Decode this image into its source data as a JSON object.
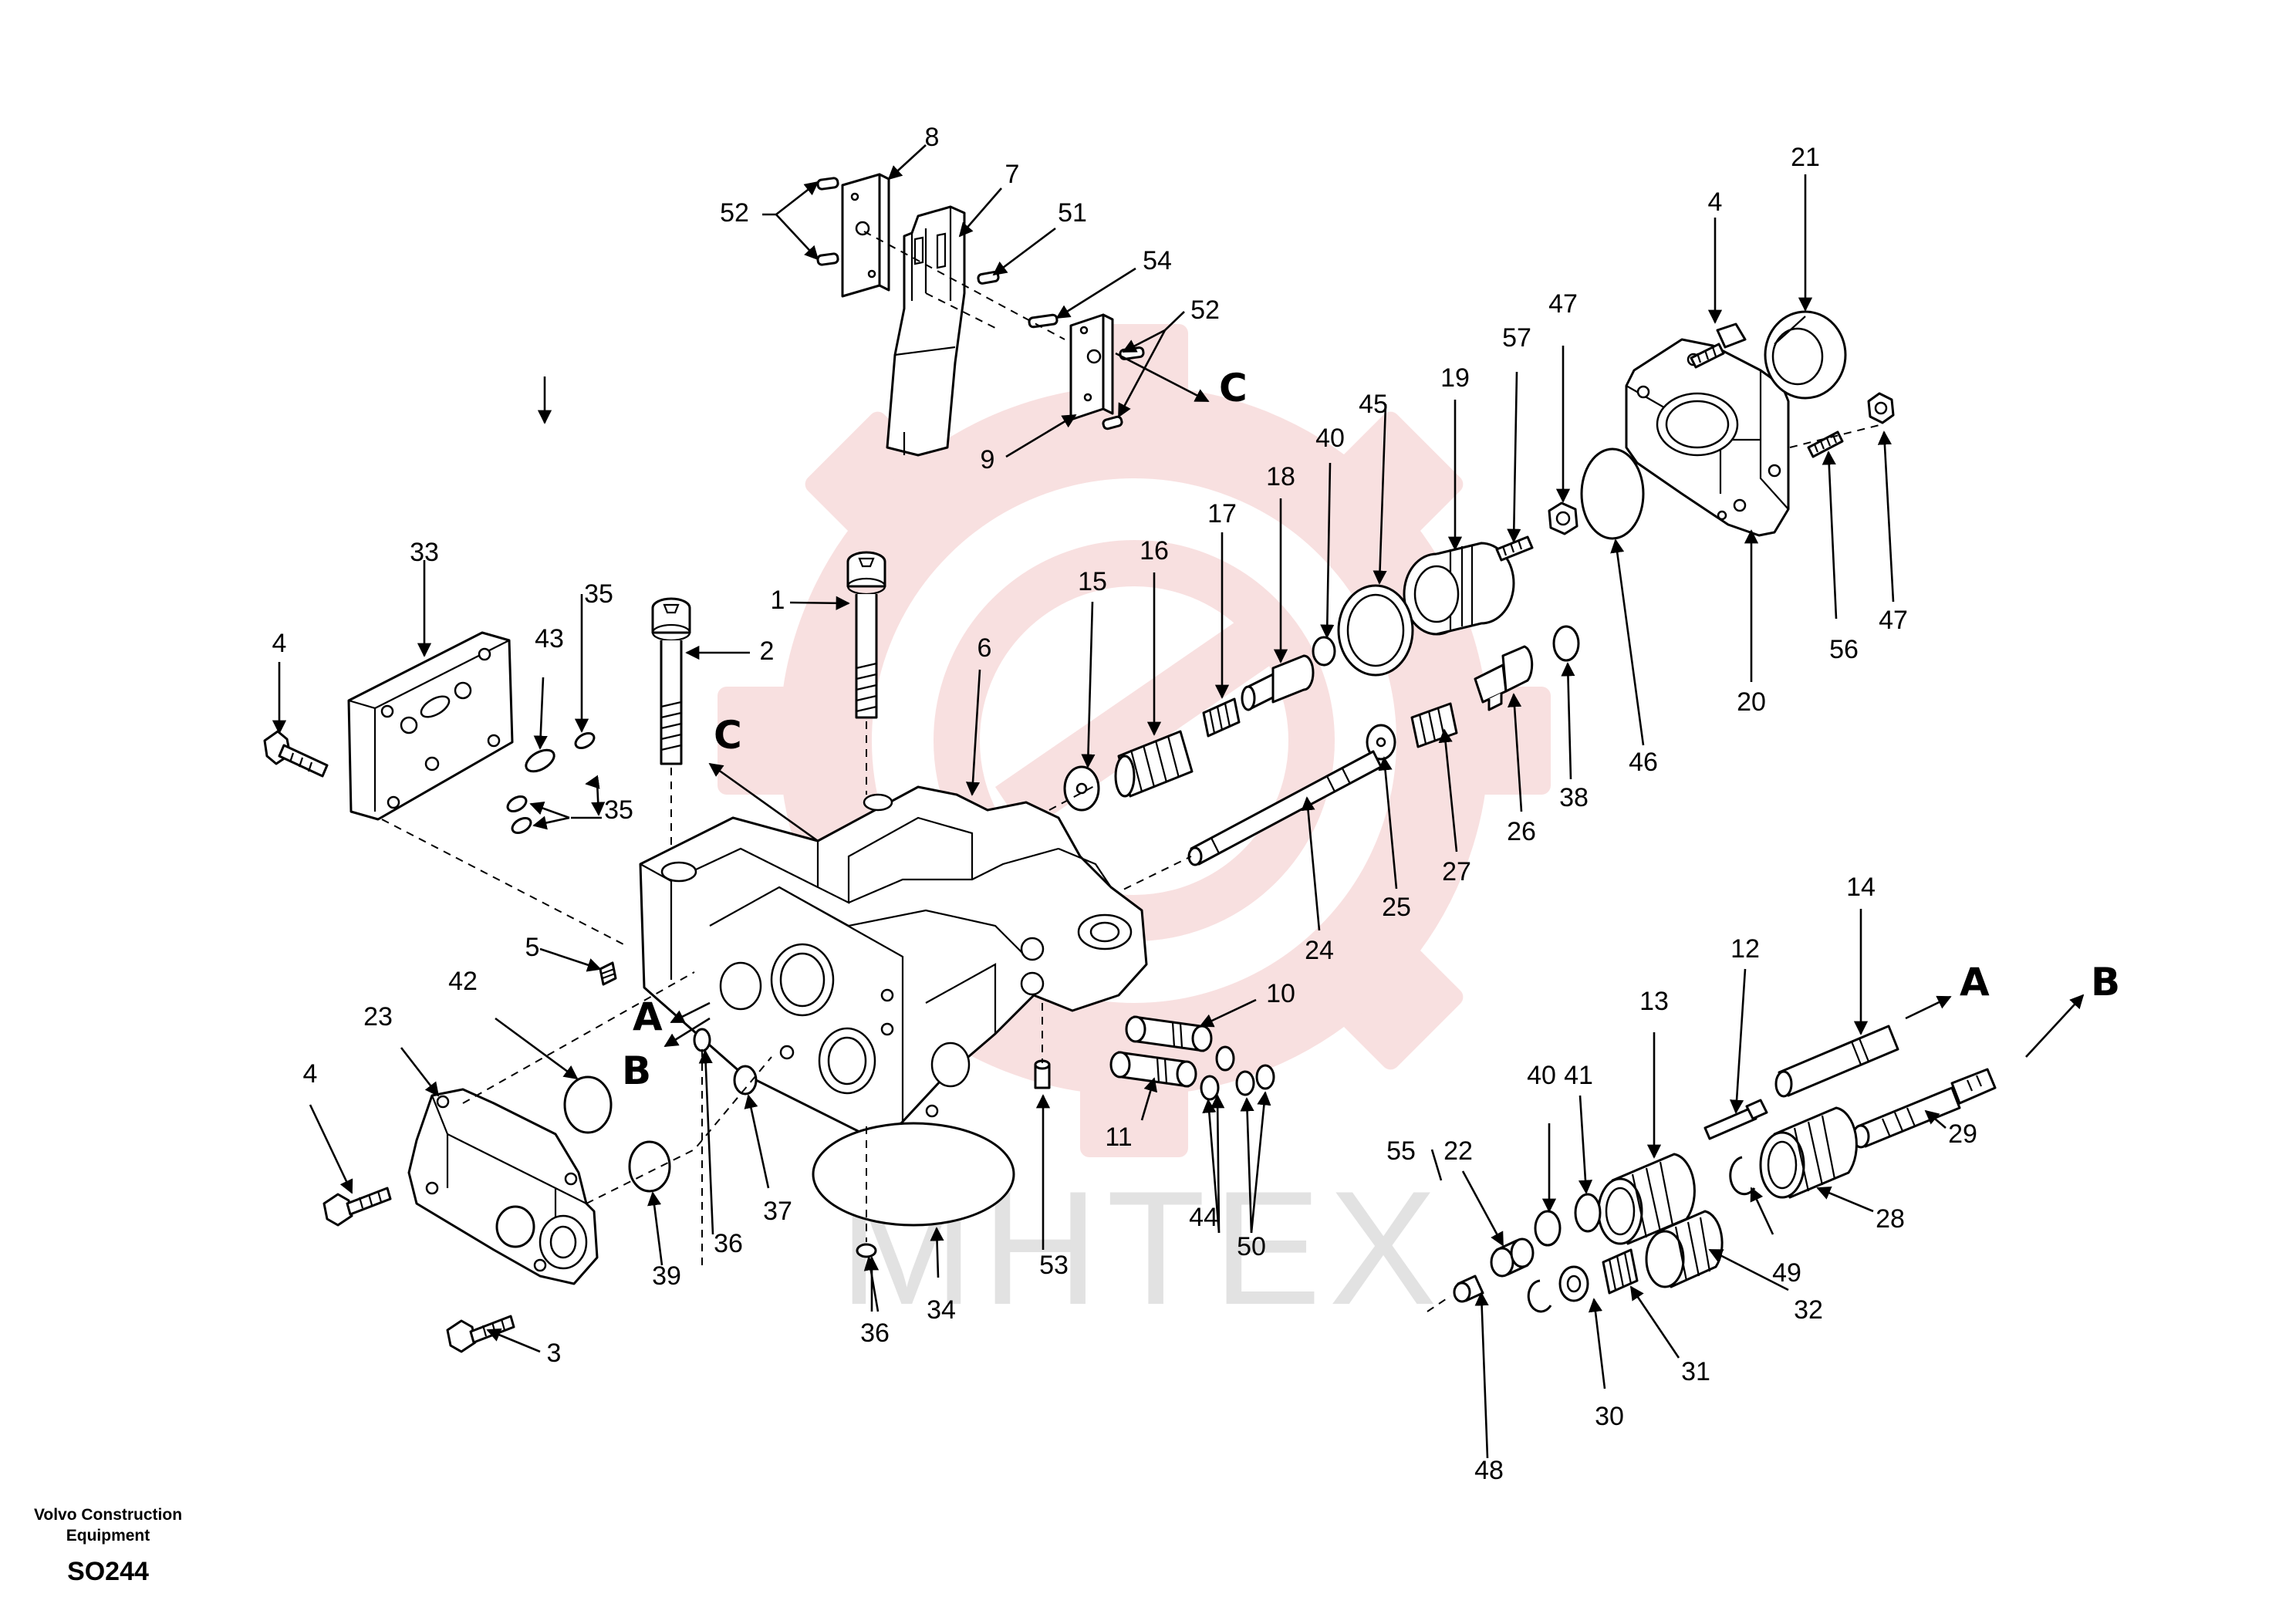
{
  "watermark": {
    "text": "MHTEX",
    "gear_color": "#f3c6c6"
  },
  "footer": {
    "brand_line1": "Volvo Construction",
    "brand_line2": "Equipment",
    "code": "SO244"
  },
  "letters": [
    "A",
    "B",
    "C"
  ],
  "callouts": [
    {
      "id": "l1",
      "text": "1"
    },
    {
      "id": "l2",
      "text": "2"
    },
    {
      "id": "l3",
      "text": "3"
    },
    {
      "id": "l4a",
      "text": "4"
    },
    {
      "id": "l4b",
      "text": "4"
    },
    {
      "id": "l4c",
      "text": "4"
    },
    {
      "id": "l5",
      "text": "5"
    },
    {
      "id": "l6",
      "text": "6"
    },
    {
      "id": "l7",
      "text": "7"
    },
    {
      "id": "l8",
      "text": "8"
    },
    {
      "id": "l9",
      "text": "9"
    },
    {
      "id": "l10",
      "text": "10"
    },
    {
      "id": "l11",
      "text": "11"
    },
    {
      "id": "l12",
      "text": "12"
    },
    {
      "id": "l13",
      "text": "13"
    },
    {
      "id": "l14",
      "text": "14"
    },
    {
      "id": "l15",
      "text": "15"
    },
    {
      "id": "l16",
      "text": "16"
    },
    {
      "id": "l17",
      "text": "17"
    },
    {
      "id": "l18",
      "text": "18"
    },
    {
      "id": "l19",
      "text": "19"
    },
    {
      "id": "l20",
      "text": "20"
    },
    {
      "id": "l21",
      "text": "21"
    },
    {
      "id": "l22",
      "text": "22"
    },
    {
      "id": "l23",
      "text": "23"
    },
    {
      "id": "l24",
      "text": "24"
    },
    {
      "id": "l25",
      "text": "25"
    },
    {
      "id": "l26",
      "text": "26"
    },
    {
      "id": "l27",
      "text": "27"
    },
    {
      "id": "l28",
      "text": "28"
    },
    {
      "id": "l29",
      "text": "29"
    },
    {
      "id": "l30",
      "text": "30"
    },
    {
      "id": "l31",
      "text": "31"
    },
    {
      "id": "l32",
      "text": "32"
    },
    {
      "id": "l33",
      "text": "33"
    },
    {
      "id": "l34",
      "text": "34"
    },
    {
      "id": "l35a",
      "text": "35"
    },
    {
      "id": "l35b",
      "text": "35"
    },
    {
      "id": "l36a",
      "text": "36"
    },
    {
      "id": "l36b",
      "text": "36"
    },
    {
      "id": "l37",
      "text": "37"
    },
    {
      "id": "l38",
      "text": "38"
    },
    {
      "id": "l39",
      "text": "39"
    },
    {
      "id": "l40a",
      "text": "40"
    },
    {
      "id": "l40b",
      "text": "40"
    },
    {
      "id": "l41",
      "text": "41"
    },
    {
      "id": "l42",
      "text": "42"
    },
    {
      "id": "l43",
      "text": "43"
    },
    {
      "id": "l44",
      "text": "44"
    },
    {
      "id": "l45",
      "text": "45"
    },
    {
      "id": "l46",
      "text": "46"
    },
    {
      "id": "l47a",
      "text": "47"
    },
    {
      "id": "l47b",
      "text": "47"
    },
    {
      "id": "l48",
      "text": "48"
    },
    {
      "id": "l49",
      "text": "49"
    },
    {
      "id": "l50",
      "text": "50"
    },
    {
      "id": "l51",
      "text": "51"
    },
    {
      "id": "l52a",
      "text": "52"
    },
    {
      "id": "l52b",
      "text": "52"
    },
    {
      "id": "l53",
      "text": "53"
    },
    {
      "id": "l54",
      "text": "54"
    },
    {
      "id": "l55",
      "text": "55"
    },
    {
      "id": "l56",
      "text": "56"
    },
    {
      "id": "l57",
      "text": "57"
    }
  ]
}
